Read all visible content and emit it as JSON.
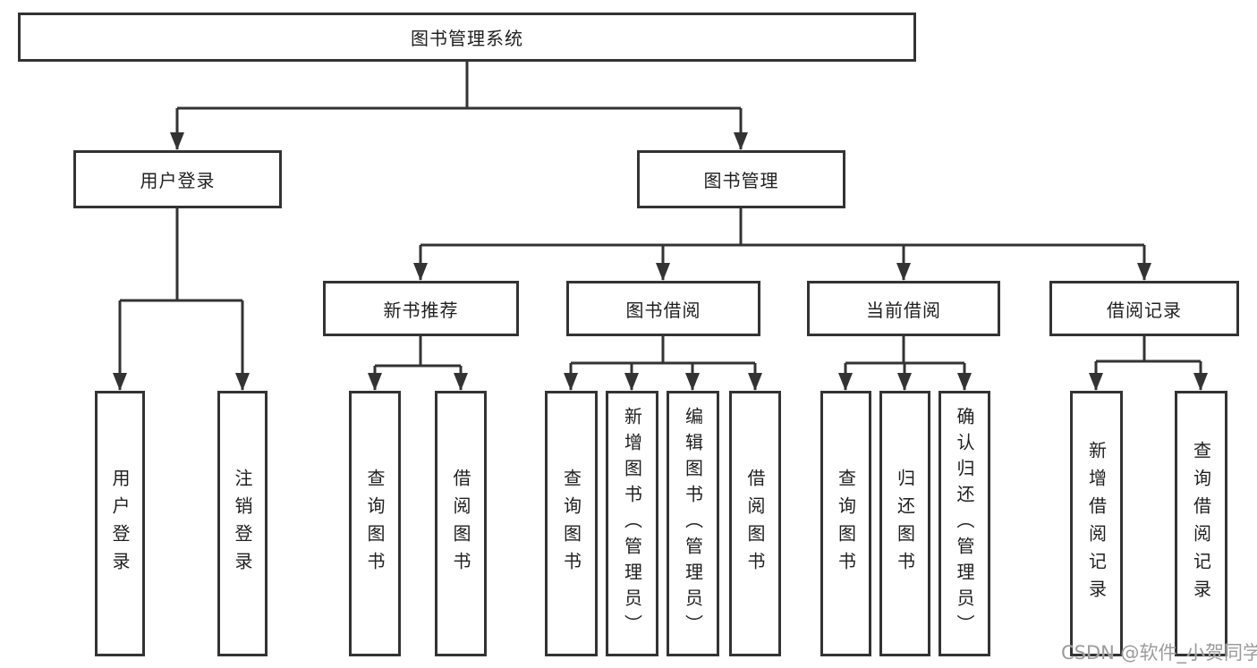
{
  "tree": {
    "root": {
      "label": "图书管理系统"
    },
    "children": [
      {
        "label": "用户登录",
        "children": [
          {
            "label": "用户登录"
          },
          {
            "label": "注销登录"
          }
        ]
      },
      {
        "label": "图书管理",
        "children": [
          {
            "label": "新书推荐",
            "children": [
              {
                "label": "查询图书"
              },
              {
                "label": "借阅图书"
              }
            ]
          },
          {
            "label": "图书借阅",
            "children": [
              {
                "label": "查询图书"
              },
              {
                "label": "新增图书（管理员）"
              },
              {
                "label": "编辑图书（管理员）"
              },
              {
                "label": "借阅图书"
              }
            ]
          },
          {
            "label": "当前借阅",
            "children": [
              {
                "label": "查询图书"
              },
              {
                "label": "归还图书"
              },
              {
                "label": "确认归还（管理员）"
              }
            ]
          },
          {
            "label": "借阅记录",
            "children": [
              {
                "label": "新增借阅记录"
              },
              {
                "label": "查询借阅记录"
              }
            ]
          }
        ]
      }
    ]
  },
  "watermark": {
    "text": "CSDN @软件_小贺同学"
  },
  "colors": {
    "line": "#333333",
    "box_border": "#333333",
    "text": "#1f1f1f",
    "watermark_text": "#9c9c9c",
    "background": "#ffffff"
  }
}
